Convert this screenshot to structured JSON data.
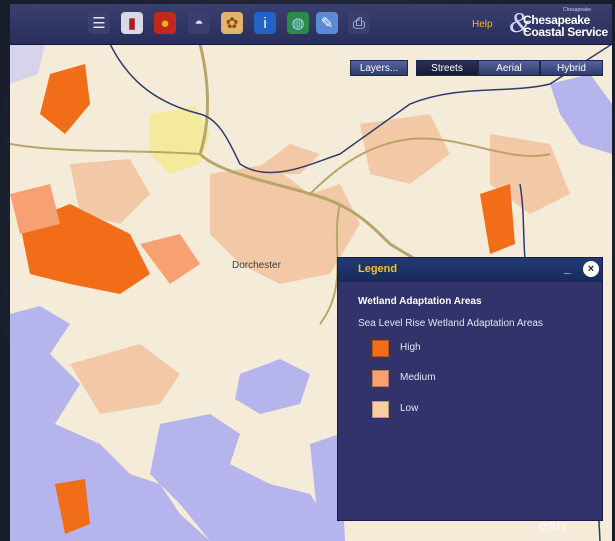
{
  "toolbar": {
    "icons": [
      {
        "name": "layer-list-icon",
        "glyph": "☰",
        "bg": "#3a3f6e",
        "color": "#e7e9ff"
      },
      {
        "name": "bookmark-icon",
        "glyph": "▮",
        "bg": "#d9d9e6",
        "color": "#b01b1b"
      },
      {
        "name": "record-icon",
        "glyph": "●",
        "bg": "#c2281b",
        "color": "#f2b017"
      },
      {
        "name": "binoculars-icon",
        "glyph": "◓",
        "bg": "#3a3f6e",
        "color": "#e0e0e0"
      },
      {
        "name": "palette-icon",
        "glyph": "✿",
        "bg": "#e2b36b",
        "color": "#8a4b12"
      },
      {
        "name": "info-icon",
        "glyph": "i",
        "bg": "#2262c9",
        "color": "#ffffff"
      },
      {
        "name": "globe-icon",
        "glyph": "◍",
        "bg": "#2d8a4a",
        "color": "#9fd9ff"
      },
      {
        "name": "draw-tool-icon",
        "glyph": "✎",
        "bg": "#5b8bd6",
        "color": "#ffffff"
      },
      {
        "name": "print-icon",
        "glyph": "⎙",
        "bg": "#3a3f6e",
        "color": "#dfe6ff"
      }
    ],
    "help_label": "Help",
    "brand_line1": "Chesapeake",
    "brand_line2": "Coastal Service",
    "brand_amp": "&",
    "brand_tiny": "Chesapeake"
  },
  "map_controls": {
    "layers_label": "Layers...",
    "streets_label": "Streets",
    "aerial_label": "Aerial",
    "hybrid_label": "Hybrid",
    "active": "Streets"
  },
  "map": {
    "place_label": "Dorchester",
    "watermark": "esri",
    "colors": {
      "land": "#f4ecd9",
      "water": "#b6b4ec",
      "urban": "#f3ea9c",
      "road": "#b9a56a",
      "boundary": "#2d3d6b"
    }
  },
  "legend": {
    "title": "Legend",
    "minimize": "_",
    "close": "×",
    "heading": "Wetland Adaptation Areas",
    "subheading": "Sea Level Rise Wetland Adaptation Areas",
    "items": [
      {
        "label": "High",
        "color": "#f26d17"
      },
      {
        "label": "Medium",
        "color": "#f7a173"
      },
      {
        "label": "Low",
        "color": "#f8cda1"
      }
    ]
  }
}
